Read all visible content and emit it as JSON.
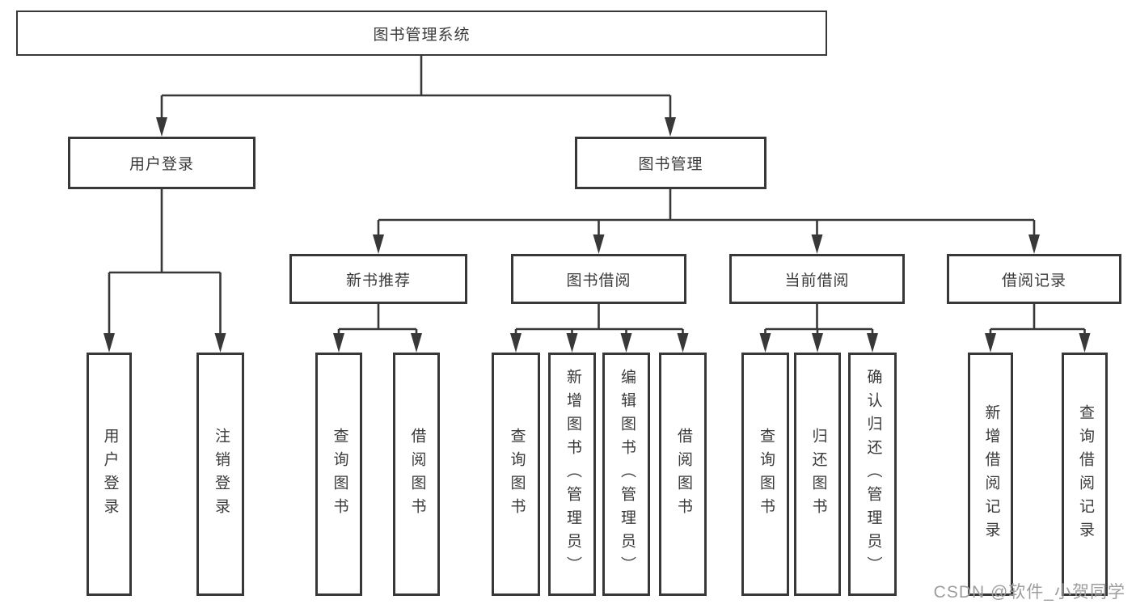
{
  "diagram": {
    "root": {
      "label": "图书管理系统"
    },
    "branches": [
      {
        "label": "用户登录",
        "children": [
          {
            "label": "用户登录"
          },
          {
            "label": "注销登录"
          }
        ]
      },
      {
        "label": "图书管理",
        "children": [
          {
            "label": "新书推荐",
            "children": [
              {
                "label": "查询图书"
              },
              {
                "label": "借阅图书"
              }
            ]
          },
          {
            "label": "图书借阅",
            "children": [
              {
                "label": "查询图书"
              },
              {
                "label": "新增图书（管理员）"
              },
              {
                "label": "编辑图书（管理员）"
              },
              {
                "label": "借阅图书"
              }
            ]
          },
          {
            "label": "当前借阅",
            "children": [
              {
                "label": "查询图书"
              },
              {
                "label": "归还图书"
              },
              {
                "label": "确认归还（管理员）"
              }
            ]
          },
          {
            "label": "借阅记录",
            "children": [
              {
                "label": "新增借阅记录"
              },
              {
                "label": "查询借阅记录"
              }
            ]
          }
        ]
      }
    ]
  },
  "colors": {
    "line": "#383838",
    "node_border": "#383838",
    "text": "#3a3a3a",
    "watermark": "#9d9d9d",
    "background": "#ffffff"
  },
  "watermark": {
    "text": "CSDN @软件_小贺同学"
  }
}
